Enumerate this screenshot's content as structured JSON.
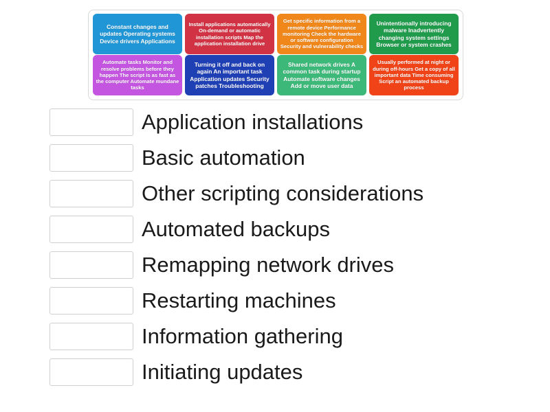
{
  "activity": {
    "type": "drag-and-drop-matching",
    "tile_bank": {
      "rows": [
        {
          "tiles": [
            {
              "text": "Constant changes and updates Operating systems Device drivers Applications",
              "color": "#2196d6",
              "name": "tile-constant-changes-updates"
            },
            {
              "text": "Install applications automatically On-demand or automatic installation scripts Map the application installation drive",
              "color": "#d23344",
              "name": "tile-install-applications"
            },
            {
              "text": "Get specific information from a remote device Performance monitoring Check the hardware or software configuration Security and vulnerability checks",
              "color": "#f0871a",
              "name": "tile-get-specific-information"
            },
            {
              "text": "Unintentionally introducing malware Inadvertently changing system settings Browser or system crashes",
              "color": "#1f9b4b",
              "name": "tile-unintentionally-introducing-malware"
            }
          ]
        },
        {
          "tiles": [
            {
              "text": "Automate tasks Monitor and resolve problems before they happen The script is as fast as the computer Automate mundane tasks",
              "color": "#c455e0",
              "name": "tile-automate-tasks"
            },
            {
              "text": "Turning it off and back on again An important task Application updates Security patches Troubleshooting",
              "color": "#1f3fb5",
              "name": "tile-turning-it-off-and-back-on"
            },
            {
              "text": "Shared network drives A common task during startup Automate software changes Add or move user data",
              "color": "#3cb878",
              "name": "tile-shared-network-drives"
            },
            {
              "text": "Usually performed at night or during off-hours Get a copy of all important data Time consuming Script an automated backup process",
              "color": "#f04418",
              "name": "tile-usually-performed-at-night"
            }
          ]
        }
      ]
    },
    "answers": [
      {
        "label": "Application installations",
        "drop_value": ""
      },
      {
        "label": "Basic automation",
        "drop_value": ""
      },
      {
        "label": "Other scripting considerations",
        "drop_value": ""
      },
      {
        "label": "Automated backups",
        "drop_value": ""
      },
      {
        "label": "Remapping network drives",
        "drop_value": ""
      },
      {
        "label": "Restarting machines",
        "drop_value": ""
      },
      {
        "label": "Information gathering",
        "drop_value": ""
      },
      {
        "label": "Initiating updates",
        "drop_value": ""
      }
    ]
  },
  "colors": {
    "page_background": "#ffffff",
    "panel_border": "#d8d8d8",
    "drop_box_border": "#cfcfcf",
    "label_text": "#1a1a1a",
    "tile_text": "#ffffff"
  }
}
